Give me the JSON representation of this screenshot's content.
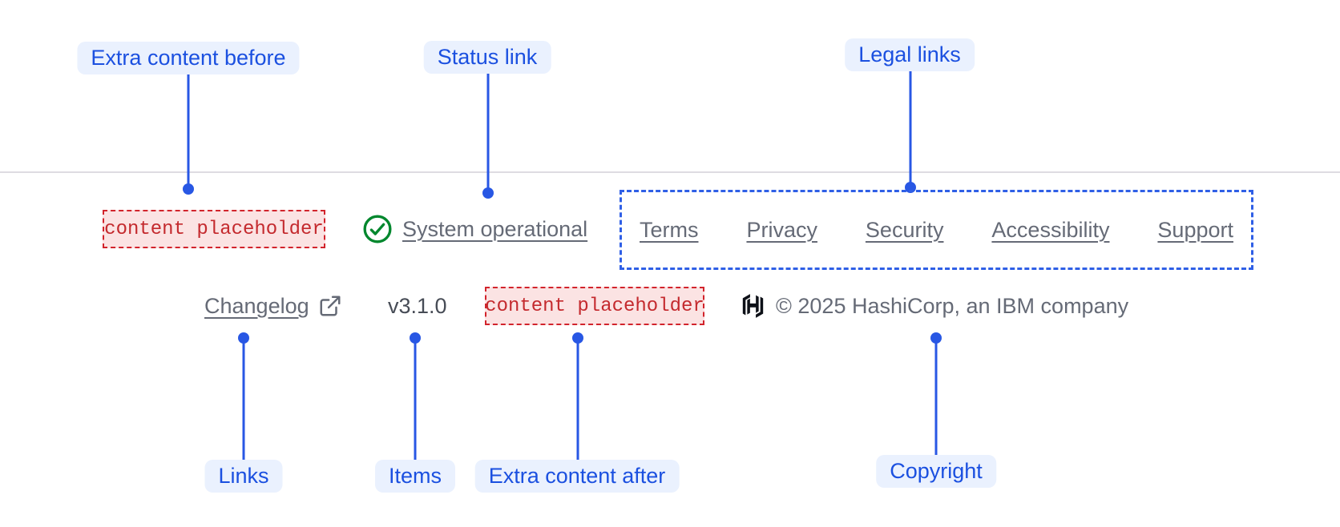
{
  "callouts": {
    "extra_content_before": "Extra content before",
    "status_link": "Status link",
    "legal_links": "Legal links",
    "links": "Links",
    "items": "Items",
    "extra_content_after": "Extra content after",
    "copyright": "Copyright"
  },
  "footer": {
    "extra_content_before_placeholder": "content placeholder",
    "status": {
      "label": "System operational",
      "icon": "check-circle-icon"
    },
    "legal_links": [
      "Terms",
      "Privacy",
      "Security",
      "Accessibility",
      "Support"
    ],
    "links": [
      {
        "label": "Changelog",
        "icon": "external-link-icon"
      }
    ],
    "version": "v3.1.0",
    "extra_content_after_placeholder": "content placeholder",
    "copyright": "© 2025 HashiCorp, an IBM company",
    "logo": "hashicorp-logo"
  },
  "colors": {
    "accent_blue": "#1b50e0",
    "line_blue": "#2857e4",
    "legal_box_blue": "#2f5fe6",
    "placeholder_red": "#c42a2e",
    "status_green": "#00872d",
    "link_gray": "#656a76",
    "logo_black": "#0d1017"
  }
}
